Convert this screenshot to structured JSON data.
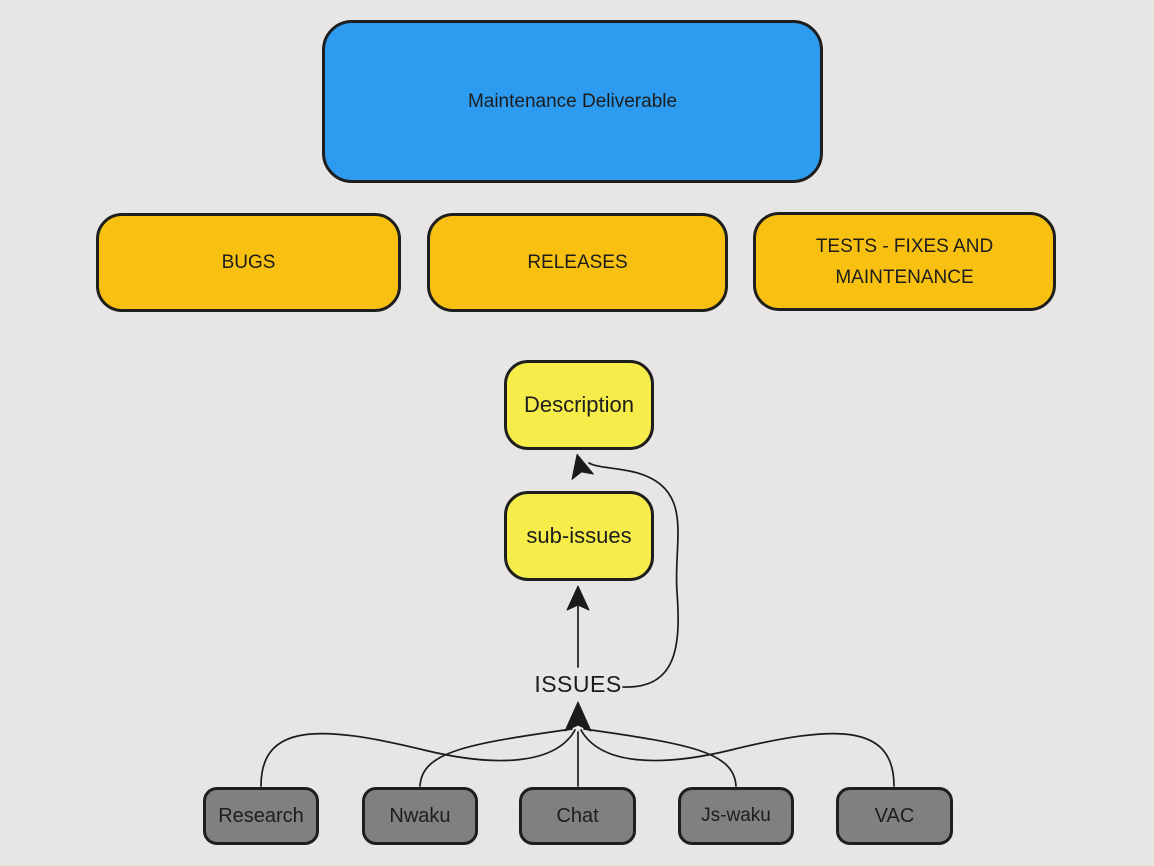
{
  "diagram": {
    "background_color": "#e7e6e4",
    "stroke_color": "#1b1b1b",
    "node_fill_colors": {
      "blue": "#2d9bf0",
      "amber": "#f8c112",
      "yellow": "#f7ed4a",
      "gray": "#808080"
    },
    "nodes": [
      {
        "id": "maintenance-deliverable",
        "label": "Maintenance Deliverable",
        "style": "blue"
      },
      {
        "id": "bugs",
        "label": "BUGS",
        "style": "amber"
      },
      {
        "id": "releases",
        "label": "RELEASES",
        "style": "amber"
      },
      {
        "id": "tests-fixes-maintenance",
        "label": "TESTS - FIXES AND MAINTENANCE",
        "style": "amber"
      },
      {
        "id": "description",
        "label": "Description",
        "style": "yellow"
      },
      {
        "id": "sub-issues",
        "label": "sub-issues",
        "style": "yellow"
      },
      {
        "id": "issues",
        "label": "ISSUES",
        "style": "plain-text"
      },
      {
        "id": "research",
        "label": "Research",
        "style": "gray"
      },
      {
        "id": "nwaku",
        "label": "Nwaku",
        "style": "gray"
      },
      {
        "id": "chat",
        "label": "Chat",
        "style": "gray"
      },
      {
        "id": "js-waku",
        "label": "Js-waku",
        "style": "gray"
      },
      {
        "id": "vac",
        "label": "VAC",
        "style": "gray"
      }
    ],
    "edges": [
      {
        "from": "research",
        "to": "issues",
        "arrow": true
      },
      {
        "from": "nwaku",
        "to": "issues",
        "arrow": true
      },
      {
        "from": "chat",
        "to": "issues",
        "arrow": true
      },
      {
        "from": "js-waku",
        "to": "issues",
        "arrow": true
      },
      {
        "from": "vac",
        "to": "issues",
        "arrow": true
      },
      {
        "from": "issues",
        "to": "sub-issues",
        "arrow": true
      },
      {
        "from": "issues",
        "to": "description",
        "arrow": true
      }
    ]
  }
}
